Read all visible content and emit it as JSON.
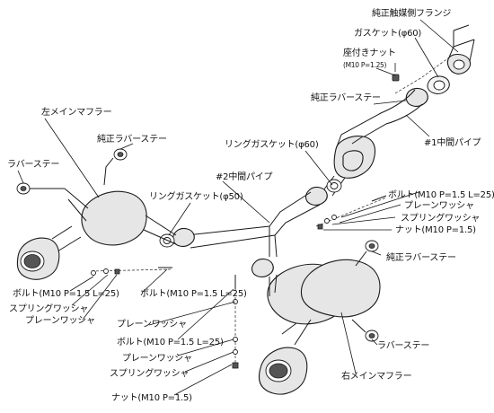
{
  "diagram": {
    "labels": {
      "cat_flange": "純正触媒側フランジ",
      "gasket_phi60": "ガスケット(φ60)",
      "seated_nut": "座付きナット",
      "seated_nut_spec": "(M10 P=1.25)",
      "oem_rubber_stay_top": "純正ラバーステー",
      "center_pipe_1": "#1中間パイプ",
      "left_main_muffler": "左メインマフラー",
      "oem_rubber_stay_left": "純正ラバーステー",
      "rubber_stay_left": "ラバーステー",
      "ring_gasket_phi60": "リングガスケット(φ60)",
      "center_pipe_2": "#2中間パイプ",
      "ring_gasket_phi50": "リングガスケット(φ50)",
      "bolt_right": "ボルト(M10 P=1.5 L=25)",
      "plain_washer_right": "プレーンワッシャ",
      "spring_washer_right": "スプリングワッシャ",
      "nut_right": "ナット(M10 P=1.5)",
      "oem_rubber_stay_right": "純正ラバーステー",
      "bolt_left": "ボルト(M10 P=1.5 L=25)",
      "spring_washer_left": "スプリングワッシャ",
      "plain_washer_left": "プレーンワッシャ",
      "bolt_mid": "ボルト(M10 P=1.5 L=25)",
      "plain_washer_mid": "プレーンワッシャ",
      "bolt_bottom": "ボルト(M10 P=1.5 L=25)",
      "plain_washer_bottom": "プレーンワッシャ",
      "spring_washer_bottom": "スプリングワッシャ",
      "nut_bottom": "ナット(M10 P=1.5)",
      "rubber_stay_right": "ラバーステー",
      "right_main_muffler": "右メインマフラー"
    }
  }
}
